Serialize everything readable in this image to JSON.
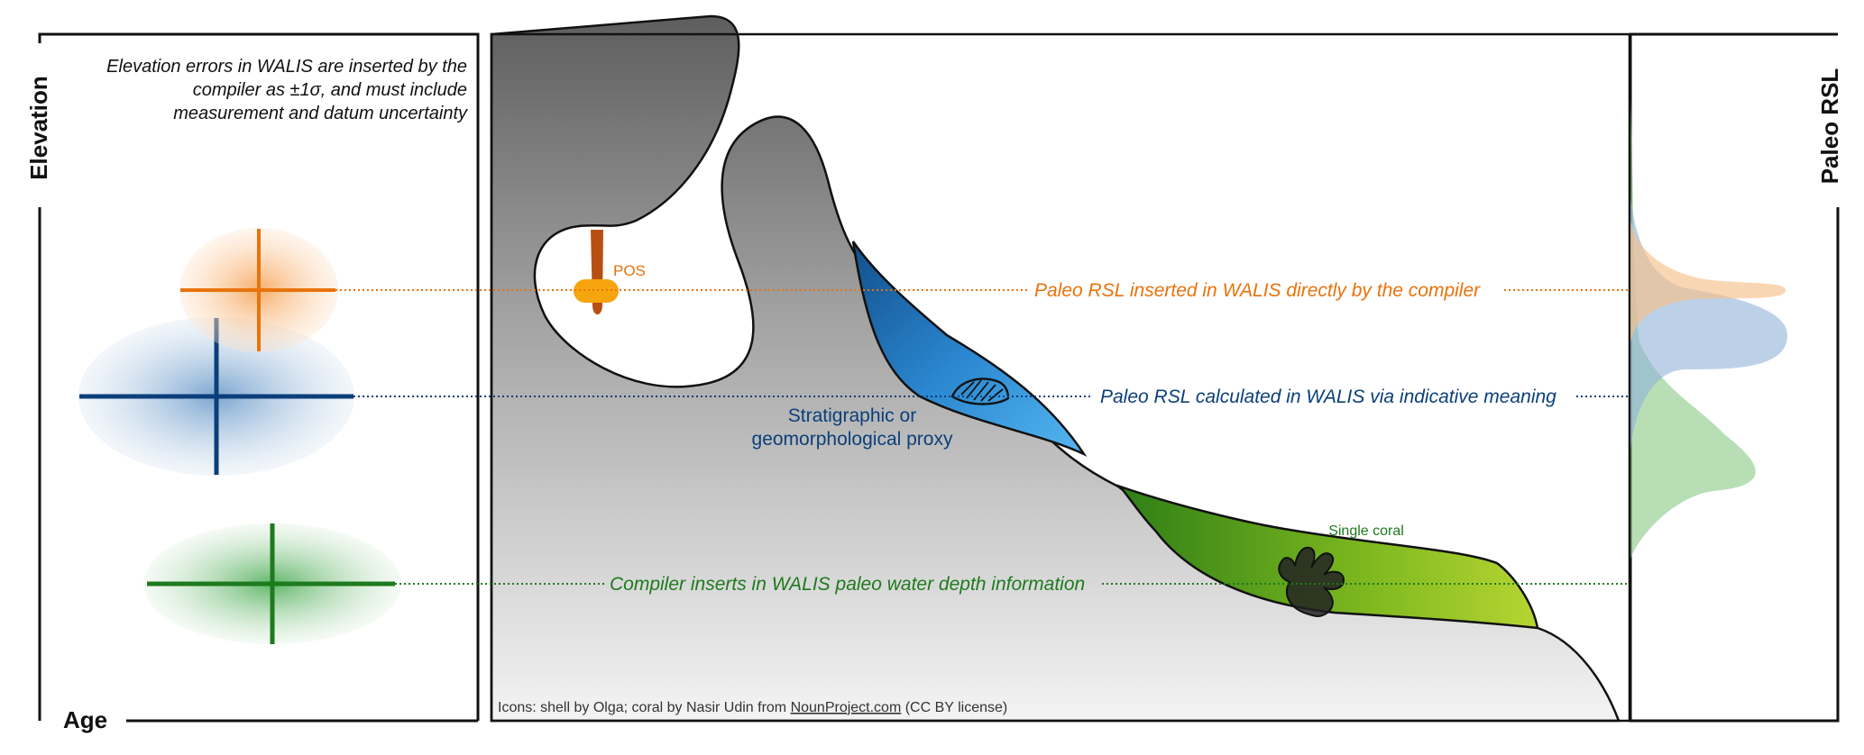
{
  "axes": {
    "elevation_label": "Elevation",
    "age_label": "Age",
    "paleo_rsl_label": "Paleo RSL"
  },
  "note": {
    "line1": "Elevation errors in WALIS are inserted by the",
    "line2": "compiler as ±1σ, and  must include",
    "line3": "measurement and datum uncertainty"
  },
  "annotations": {
    "orange": "Paleo RSL inserted in WALIS directly by the compiler",
    "blue": "Paleo RSL calculated in WALIS via indicative meaning",
    "green": "Compiler inserts in WALIS paleo water depth information"
  },
  "labels": {
    "pos": "POS",
    "proxy_line1": "Stratigraphic or",
    "proxy_line2": "geomorphological proxy",
    "single_coral": "Single coral"
  },
  "credits": {
    "prefix": "Icons: shell by Olga; coral by Nasir Udin from ",
    "link": "NounProject.com",
    "suffix": " (CC BY license)"
  },
  "colors": {
    "orange": "#e8730c",
    "blue": "#0b3f7a",
    "green": "#1e7a1e",
    "pos_fill": "#f6a50f",
    "bar_brown": "#b84f12"
  },
  "icons": [
    "shell-icon",
    "coral-icon"
  ]
}
